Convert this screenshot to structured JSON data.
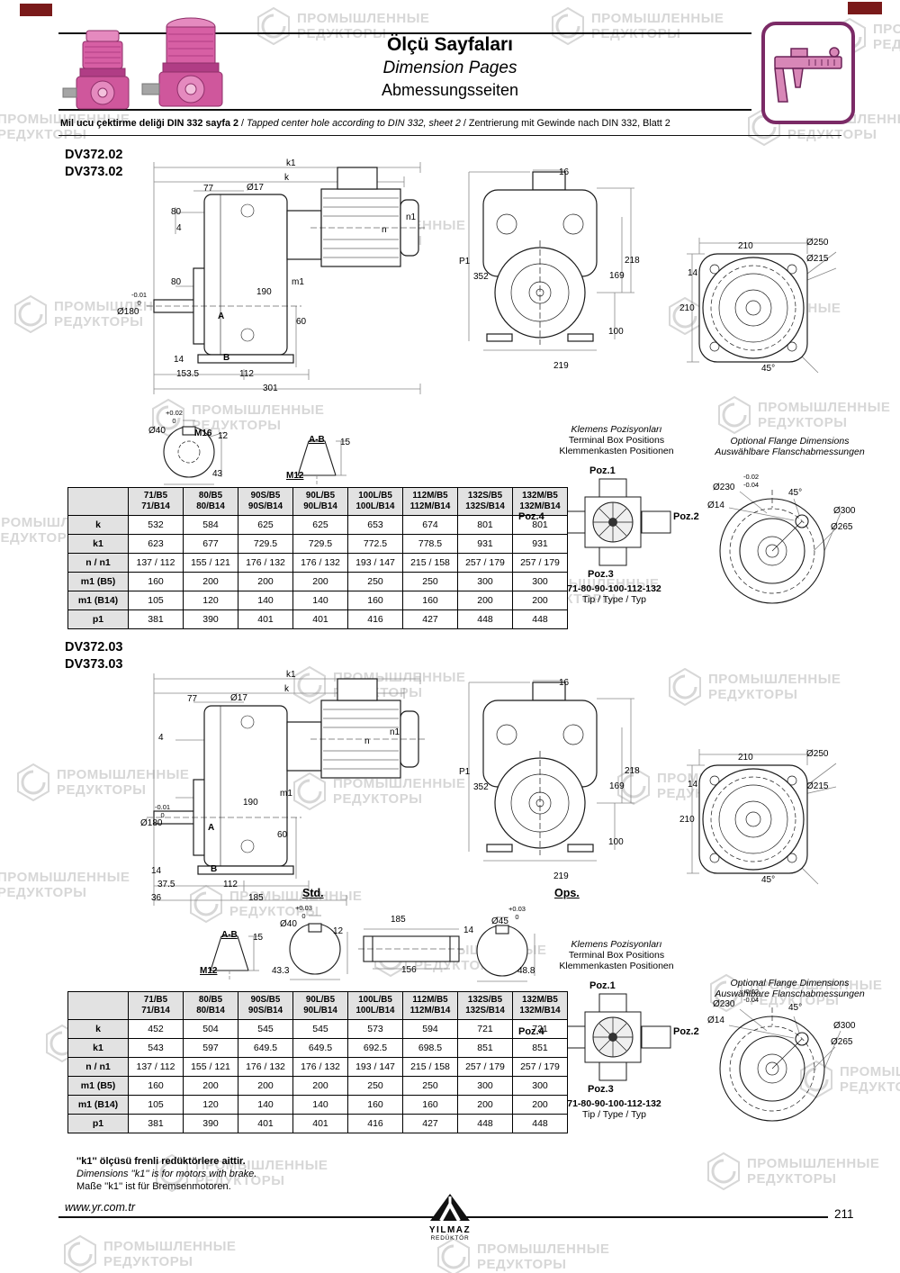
{
  "page": {
    "title_tr": "Ölçü Sayfaları",
    "title_en": "Dimension Pages",
    "title_de": "Abmessungsseiten"
  },
  "note": {
    "tr": "Mil ucu çektirme deliği DIN 332 sayfa 2",
    "sep1": "/",
    "en": "Tapped center hole according to DIN 332, sheet 2",
    "sep2": "/",
    "de": "Zentrierung mit Gewinde nach DIN 332, Blatt 2"
  },
  "watermark": {
    "line1": "ПРОМЫШЛЕННЫЕ",
    "line2": "РЕДУКТОРЫ"
  },
  "terminal_box": {
    "title_tr": "Klemens Pozisyonları",
    "title_en": "Terminal Box Positions",
    "title_de": "Klemmenkasten Positionen",
    "poz1": "Poz.1",
    "poz2": "Poz.2",
    "poz3": "Poz.3",
    "poz4": "Poz.4",
    "types": "71-80-90-100-112-132",
    "type_label": "Tip / Type / Typ"
  },
  "flange_opt": {
    "title_en": "Optional Flange Dimensions",
    "title_de": "Auswählbare Flanschabmessungen",
    "d230": "Ø230",
    "tol": "-0.02\n-0.04",
    "a45": "45°",
    "d14": "Ø14",
    "d300": "Ø300",
    "d265": "Ø265"
  },
  "sections": [
    {
      "model1": "DV372.02",
      "model2": "DV373.02",
      "side": {
        "k1": "k1",
        "k": "k",
        "d77": "77",
        "d17": "Ø17",
        "d80a": "80",
        "d4": "4",
        "n1": "n1",
        "n": "n",
        "m1": "m1",
        "d190": "190",
        "d80b": "80",
        "tol180": "-0.01\n0",
        "d180": "Ø180",
        "A": "A",
        "d60": "60",
        "d14": "14",
        "B": "B",
        "d1535": "153.5",
        "d112": "112",
        "d301": "301"
      },
      "front": {
        "d16": "16",
        "P1": "P1",
        "d352": "352",
        "d218": "218",
        "d169": "169",
        "d100": "100",
        "d219": "219"
      },
      "flange": {
        "d210t": "210",
        "d250": "Ø250",
        "d215": "Ø215",
        "d14": "14",
        "d210l": "210",
        "a45": "45°"
      },
      "shaft": {
        "tol40": "+0.02\n0",
        "d40": "Ø40",
        "m16": "M16",
        "d12": "12",
        "d43": "43",
        "ab": "A-B",
        "d15": "15",
        "m12": "M12"
      },
      "table": {
        "col_headers": [
          [
            "71/B5",
            "71/B14"
          ],
          [
            "80/B5",
            "80/B14"
          ],
          [
            "90S/B5",
            "90S/B14"
          ],
          [
            "90L/B5",
            "90L/B14"
          ],
          [
            "100L/B5",
            "100L/B14"
          ],
          [
            "112M/B5",
            "112M/B14"
          ],
          [
            "132S/B5",
            "132S/B14"
          ],
          [
            "132M/B5",
            "132M/B14"
          ]
        ],
        "rows": [
          {
            "label": "k",
            "values": [
              "532",
              "584",
              "625",
              "625",
              "653",
              "674",
              "801",
              "801"
            ]
          },
          {
            "label": "k1",
            "values": [
              "623",
              "677",
              "729.5",
              "729.5",
              "772.5",
              "778.5",
              "931",
              "931"
            ]
          },
          {
            "label": "n / n1",
            "values": [
              "137 / 112",
              "155 / 121",
              "176 / 132",
              "176 / 132",
              "193 / 147",
              "215 / 158",
              "257 / 179",
              "257 / 179"
            ]
          },
          {
            "label": "m1 (B5)",
            "values": [
              "160",
              "200",
              "200",
              "200",
              "250",
              "250",
              "300",
              "300"
            ]
          },
          {
            "label": "m1 (B14)",
            "values": [
              "105",
              "120",
              "140",
              "140",
              "160",
              "160",
              "200",
              "200"
            ]
          },
          {
            "label": "p1",
            "values": [
              "381",
              "390",
              "401",
              "401",
              "416",
              "427",
              "448",
              "448"
            ]
          }
        ]
      }
    },
    {
      "model1": "DV372.03",
      "model2": "DV373.03",
      "side": {
        "k1": "k1",
        "k": "k",
        "d77": "77",
        "d17": "Ø17",
        "d4": "4",
        "n1": "n1",
        "n": "n",
        "m1": "m1",
        "d190": "190",
        "tol180": "-0.01\n0",
        "d180": "Ø180",
        "A": "A",
        "d60": "60",
        "d14": "14",
        "B": "B",
        "d375": "37.5",
        "d112": "112",
        "d36": "36",
        "d185": "185"
      },
      "front": {
        "d16": "16",
        "P1": "P1",
        "d352": "352",
        "d218": "218",
        "d169": "169",
        "d100": "100",
        "d219": "219"
      },
      "flange": {
        "d210t": "210",
        "d250": "Ø250",
        "d215": "Ø215",
        "d14": "14",
        "d210l": "210",
        "a45": "45°"
      },
      "std_ops": {
        "std": "Std.",
        "ops": "Ops.",
        "ab": "A-B",
        "d15": "15",
        "m12": "M12",
        "tol40": "+0.03\n0",
        "d40": "Ø40",
        "d12": "12",
        "d433": "43.3",
        "d185": "185",
        "d156": "156",
        "d14": "14",
        "d45": "Ø45",
        "tol45": "+0.03\n0",
        "d488": "48.8"
      },
      "table": {
        "col_headers": [
          [
            "71/B5",
            "71/B14"
          ],
          [
            "80/B5",
            "80/B14"
          ],
          [
            "90S/B5",
            "90S/B14"
          ],
          [
            "90L/B5",
            "90L/B14"
          ],
          [
            "100L/B5",
            "100L/B14"
          ],
          [
            "112M/B5",
            "112M/B14"
          ],
          [
            "132S/B5",
            "132S/B14"
          ],
          [
            "132M/B5",
            "132M/B14"
          ]
        ],
        "rows": [
          {
            "label": "k",
            "values": [
              "452",
              "504",
              "545",
              "545",
              "573",
              "594",
              "721",
              "721"
            ]
          },
          {
            "label": "k1",
            "values": [
              "543",
              "597",
              "649.5",
              "649.5",
              "692.5",
              "698.5",
              "851",
              "851"
            ]
          },
          {
            "label": "n / n1",
            "values": [
              "137 / 112",
              "155 / 121",
              "176 / 132",
              "176 / 132",
              "193 / 147",
              "215 / 158",
              "257 / 179",
              "257 / 179"
            ]
          },
          {
            "label": "m1 (B5)",
            "values": [
              "160",
              "200",
              "200",
              "200",
              "250",
              "250",
              "300",
              "300"
            ]
          },
          {
            "label": "m1 (B14)",
            "values": [
              "105",
              "120",
              "140",
              "140",
              "160",
              "160",
              "200",
              "200"
            ]
          },
          {
            "label": "p1",
            "values": [
              "381",
              "390",
              "401",
              "401",
              "416",
              "427",
              "448",
              "448"
            ]
          }
        ]
      }
    }
  ],
  "footer_note": {
    "tr": "''k1'' ölçüsü frenli redüktörlere aittir.",
    "en": "Dimensions ''k1'' is for motors with brake.",
    "de": "Maße ''k1'' ist für Bremsenmotoren."
  },
  "footer": {
    "website": "www.yr.com.tr",
    "brand_line1": "YILMAZ",
    "brand_line2": "REDÜKTÖR",
    "page_number": "211"
  }
}
